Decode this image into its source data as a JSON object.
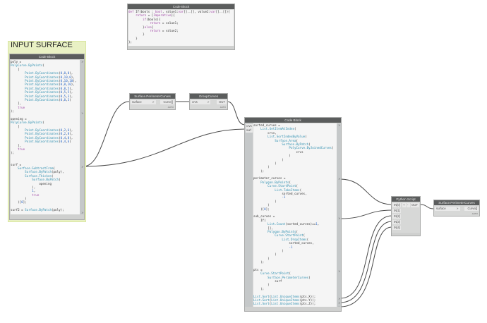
{
  "groups": [
    {
      "title": "INPUT SURFACE"
    }
  ],
  "nodes": {
    "code_block_if": {
      "title": "Code Block",
      "lines": [
        "def If(bools : bool, value1:var[]..[], value2:var[]..[]){",
        "    return = [Imperative]{",
        "        if(bools){",
        "            return = value1;",
        "        }else{",
        "            return = value2;",
        "        }",
        "    }",
        "};"
      ]
    },
    "code_block_input": {
      "title": "Code Block",
      "lines": [
        "poly =",
        "PolyCurve.ByPoints(",
        "    [",
        "        Point.ByCoordinates(0,0,0),",
        "        Point.ByCoordinates(0,10,0),",
        "        Point.ByCoordinates(0,10,10),",
        "        Point.ByCoordinates(0,0,10),",
        "        Point.ByCoordinates(0,0,5),",
        "        Point.ByCoordinates(0,5,5),",
        "        Point.ByCoordinates(0,5,3),",
        "        Point.ByCoordinates(0,0,3)",
        "    ],",
        "    true",
        ");",
        "",
        "opening =",
        "PolyCurve.ByPoints(",
        "    [",
        "        Point.ByCoordinates(0,2,6),",
        "        Point.ByCoordinates(0,2,8),",
        "        Point.ByCoordinates(0,4,8),",
        "        Point.ByCoordinates(0,4,6)",
        "    ],",
        "    true",
        ");",
        "",
        "",
        "surf =",
        "    Surface.SubtractFrom(",
        "        Surface.ByPatch(poly),",
        "        Surface.Thicken(",
        "            Surface.ByPatch(",
        "                opening",
        "            ),",
        "            1,",
        "            true",
        "        )",
        "    )[0];",
        "",
        "surf2 = Surface.ByPatch(poly);"
      ]
    },
    "perimeter_curves_1": {
      "title": "Surface.PerimeterCurves",
      "input": "surface",
      "output": "Curve[]",
      "lacing": "AUTO"
    },
    "group_curves": {
      "title": "GroupCurves",
      "input": "crvs",
      "output": "OUT",
      "lacing": "AUTO"
    },
    "code_block_main": {
      "title": "Code Block",
      "inputs": [
        "crvs",
        "surf"
      ],
      "lines": [
        "sorted_curves =",
        "    List.GetItemAtIndex(",
        "        crvs,",
        "        List.SortIndexByValue(",
        "            Surface.Area(",
        "                Surface.ByPatch(",
        "                    PolyCurve.ByJoinedCurves(",
        "                        crvs",
        "                    )",
        "                )",
        "            )",
        "        )",
        "    );",
        "",
        "perimeter_curves =",
        "    Polygon.ByPoints(",
        "        Curve.StartPoint(",
        "            List.TakeItems(",
        "                sorted_curves,",
        "                -1",
        "            )",
        "        )",
        "    )[0];",
        "",
        "sub_curves =",
        "    If(",
        "        List.Count(sorted_curves)==1,",
        "        [],",
        "        Polygon.ByPoints(",
        "            Curve.StartPoint(",
        "                List.DropItems(",
        "                    sorted_curves,",
        "                    -1",
        "                )",
        "            )",
        "        )",
        "    );",
        "",
        "pts =",
        "    Curve.StartPoint(",
        "        Surface.PerimeterCurves(",
        "            surf",
        "        )",
        "    );",
        "",
        "List.Sort(List.UniqueItems(pts.X));",
        "List.Sort(List.UniqueItems(pts.Y));",
        "List.Sort(List.UniqueItems(pts.Z));"
      ]
    },
    "python_script": {
      "title": "Python Script",
      "inputs": [
        "IN[0]",
        "IN[1]",
        "IN[2]",
        "IN[3]",
        "IN[4]"
      ],
      "add_label": "+",
      "remove_label": "-",
      "output": "OUT"
    },
    "perimeter_curves_2": {
      "title": "Surface.PerimeterCurves",
      "input": "surface",
      "output": "Curve[]",
      "lacing": "AUTO"
    }
  },
  "icons": {
    "chevron": ">",
    "port_marker": ">"
  },
  "colors": {
    "node_header": "#5b5d5d",
    "node_body": "#d7d8d7",
    "code_bg": "#f5f5f5",
    "group_bg": "#e9f1c4",
    "wire": "#4a4a4a",
    "keyword_blue": "#2e8fb0",
    "keyword_purple": "#a24ca8"
  }
}
